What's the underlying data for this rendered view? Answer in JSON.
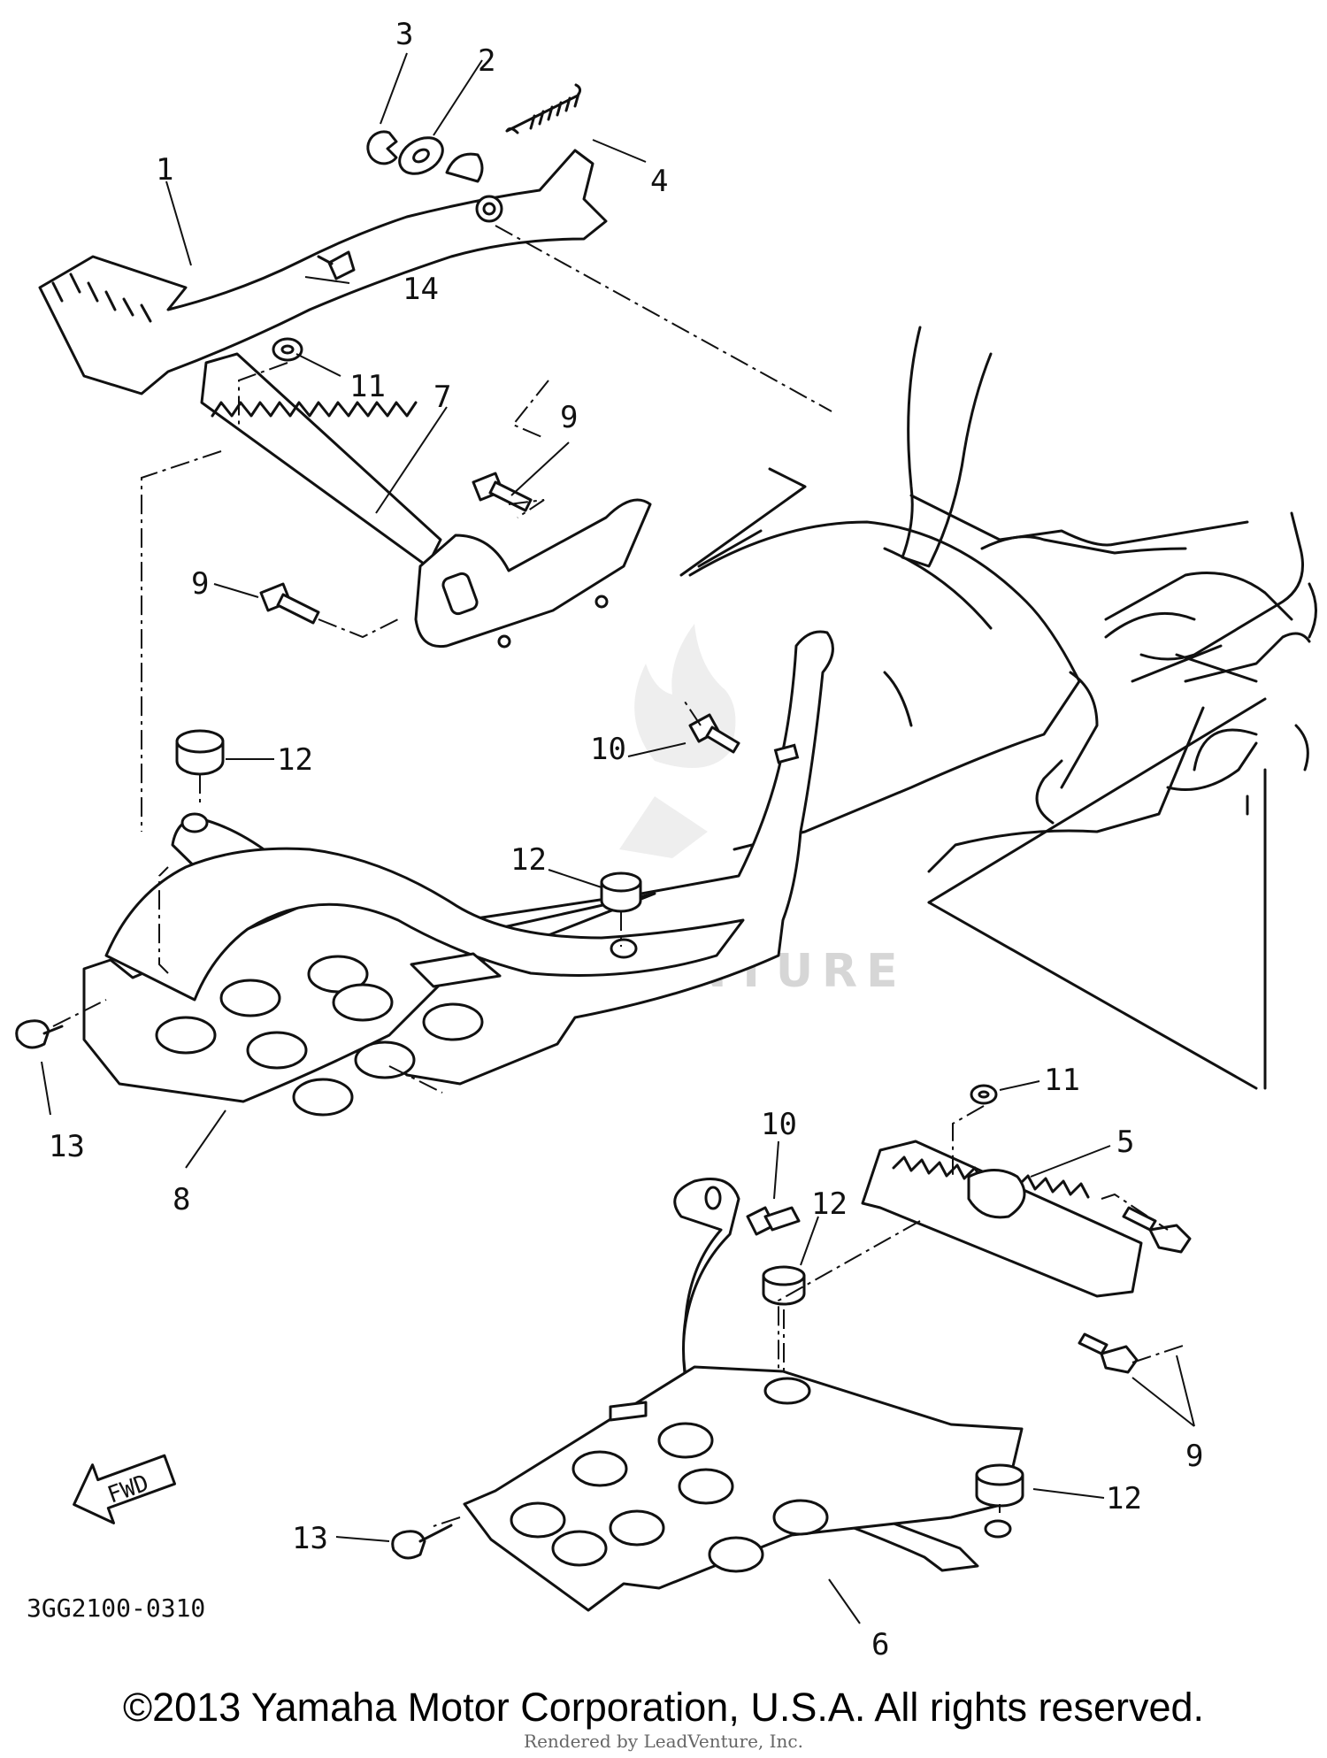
{
  "callouts": {
    "c1": "1",
    "c2": "2",
    "c3": "3",
    "c4": "4",
    "c14": "14",
    "c11a": "11",
    "c7": "7",
    "c9a": "9",
    "c9b": "9",
    "c12a": "12",
    "c10a": "10",
    "c12b": "12",
    "c13a": "13",
    "c8": "8",
    "c11b": "11",
    "c5": "5",
    "c10b": "10",
    "c12c": "12",
    "c9c": "9",
    "c12d": "12",
    "c13b": "13",
    "c6": "6"
  },
  "fwd_label": "FWD",
  "diagram_code": "3GG2100-0310",
  "watermark": "LEADVENTURE",
  "copyright": "©2013 Yamaha Motor Corporation, U.S.A. All rights reserved.",
  "rendered_by": "Rendered by LeadVenture, Inc."
}
